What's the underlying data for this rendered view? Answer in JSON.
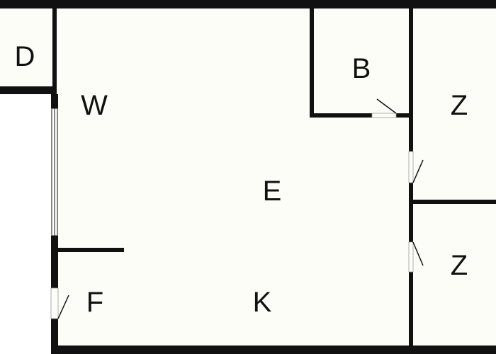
{
  "colors": {
    "wall": "#111111",
    "floor": "#fdfdf8",
    "background": "#ffffff"
  },
  "rooms": {
    "d": "D",
    "w": "W",
    "b": "B",
    "z_upper": "Z",
    "e": "E",
    "z_lower": "Z",
    "f": "F",
    "k": "K"
  }
}
